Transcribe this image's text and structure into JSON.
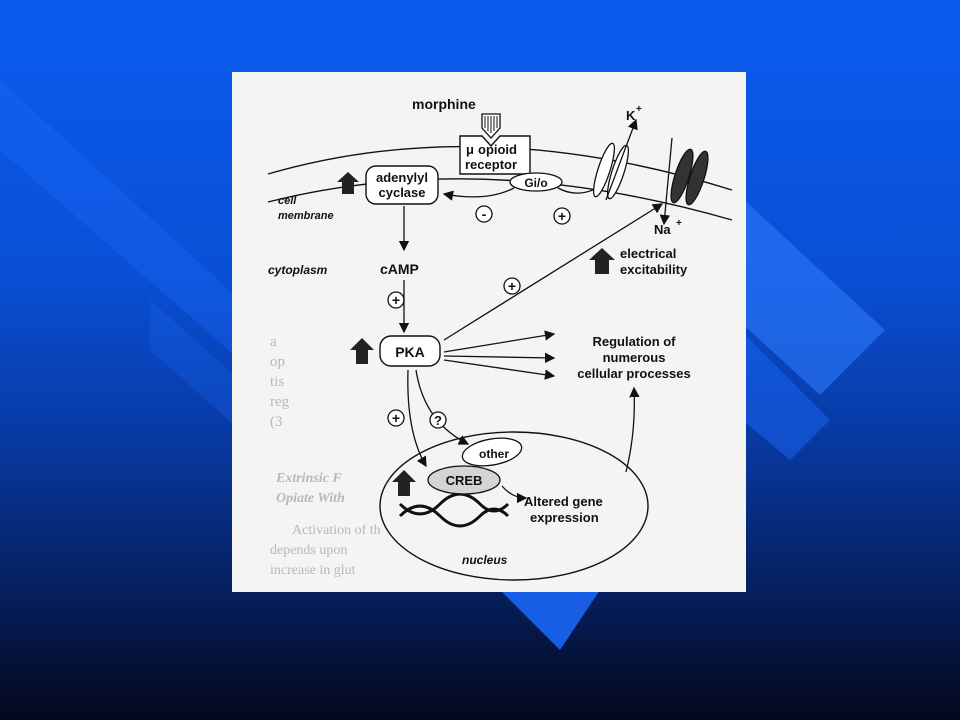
{
  "diagram": {
    "labels": {
      "morphine": "morphine",
      "receptor_mu": "μ",
      "receptor_line1": "opioid",
      "receptor_line2": "receptor",
      "gio": "Gi/o",
      "adenylyl_line1": "adenylyl",
      "adenylyl_line2": "cyclase",
      "cell_line1": "cell",
      "cell_line2": "membrane",
      "cytoplasm": "cytoplasm",
      "camp": "cAMP",
      "pka": "PKA",
      "k_ion": "K",
      "na_ion": "Na",
      "electrical_line1": "electrical",
      "electrical_line2": "excitability",
      "regulation_line1": "Regulation of",
      "regulation_line2": "numerous",
      "regulation_line3": "cellular processes",
      "other": "other",
      "creb": "CREB",
      "altered_line1": "Altered gene",
      "altered_line2": "expression",
      "nucleus": "nucleus",
      "minus": "-",
      "plus": "+",
      "question": "?"
    },
    "background_text": [
      "a",
      "op",
      "tis",
      "reg",
      "(3",
      "Extrinsic F",
      "Opiate With",
      "Activation of th",
      "depends upon",
      "increase in glut"
    ]
  },
  "colors": {
    "slide_top": "#0a5cf0",
    "slide_bottom": "#03081c",
    "figure_bg": "#f4f4f2",
    "ink": "#111111",
    "deco": "#1a6cff"
  }
}
